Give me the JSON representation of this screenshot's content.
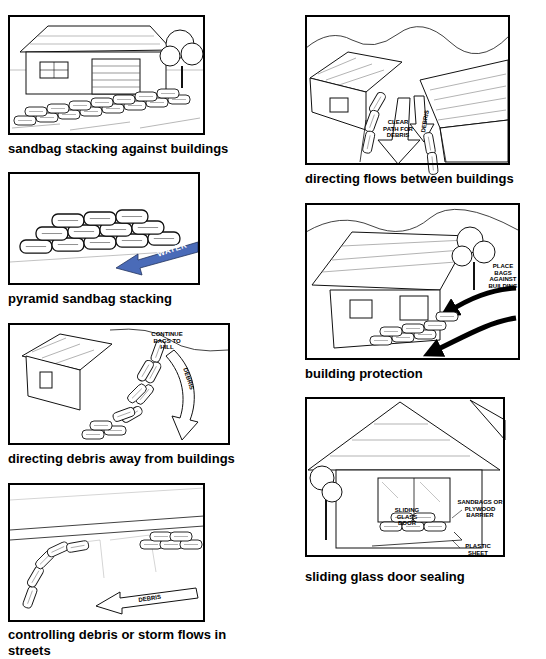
{
  "diagram": {
    "nodes": [
      {
        "text": [
          "sandbag stacking against buildings"
        ]
      },
      {
        "text": [
          "CLEAR PATH FOR DEBRIS",
          "DEBRIS",
          "directing flows between buildings"
        ]
      },
      {
        "text": [
          "WATER",
          "pyramid sandbag stacking"
        ]
      },
      {
        "text": [
          "PLACE BAGS AGAINST BUILDING",
          "building protection"
        ]
      },
      {
        "text": [
          "CONTINUE BAGS TO HILL",
          "DEBRIS",
          "directing debris away from buildings"
        ]
      },
      {
        "text": [
          "SLIDING GLASS DOOR",
          "SANDBAGS OR PLYWOOD BARRIER",
          "PLASTIC SHEET",
          "sliding glass door sealing"
        ]
      },
      {
        "text": [
          "DEBRIS",
          "controlling debris or storm flows in streets"
        ]
      }
    ]
  }
}
